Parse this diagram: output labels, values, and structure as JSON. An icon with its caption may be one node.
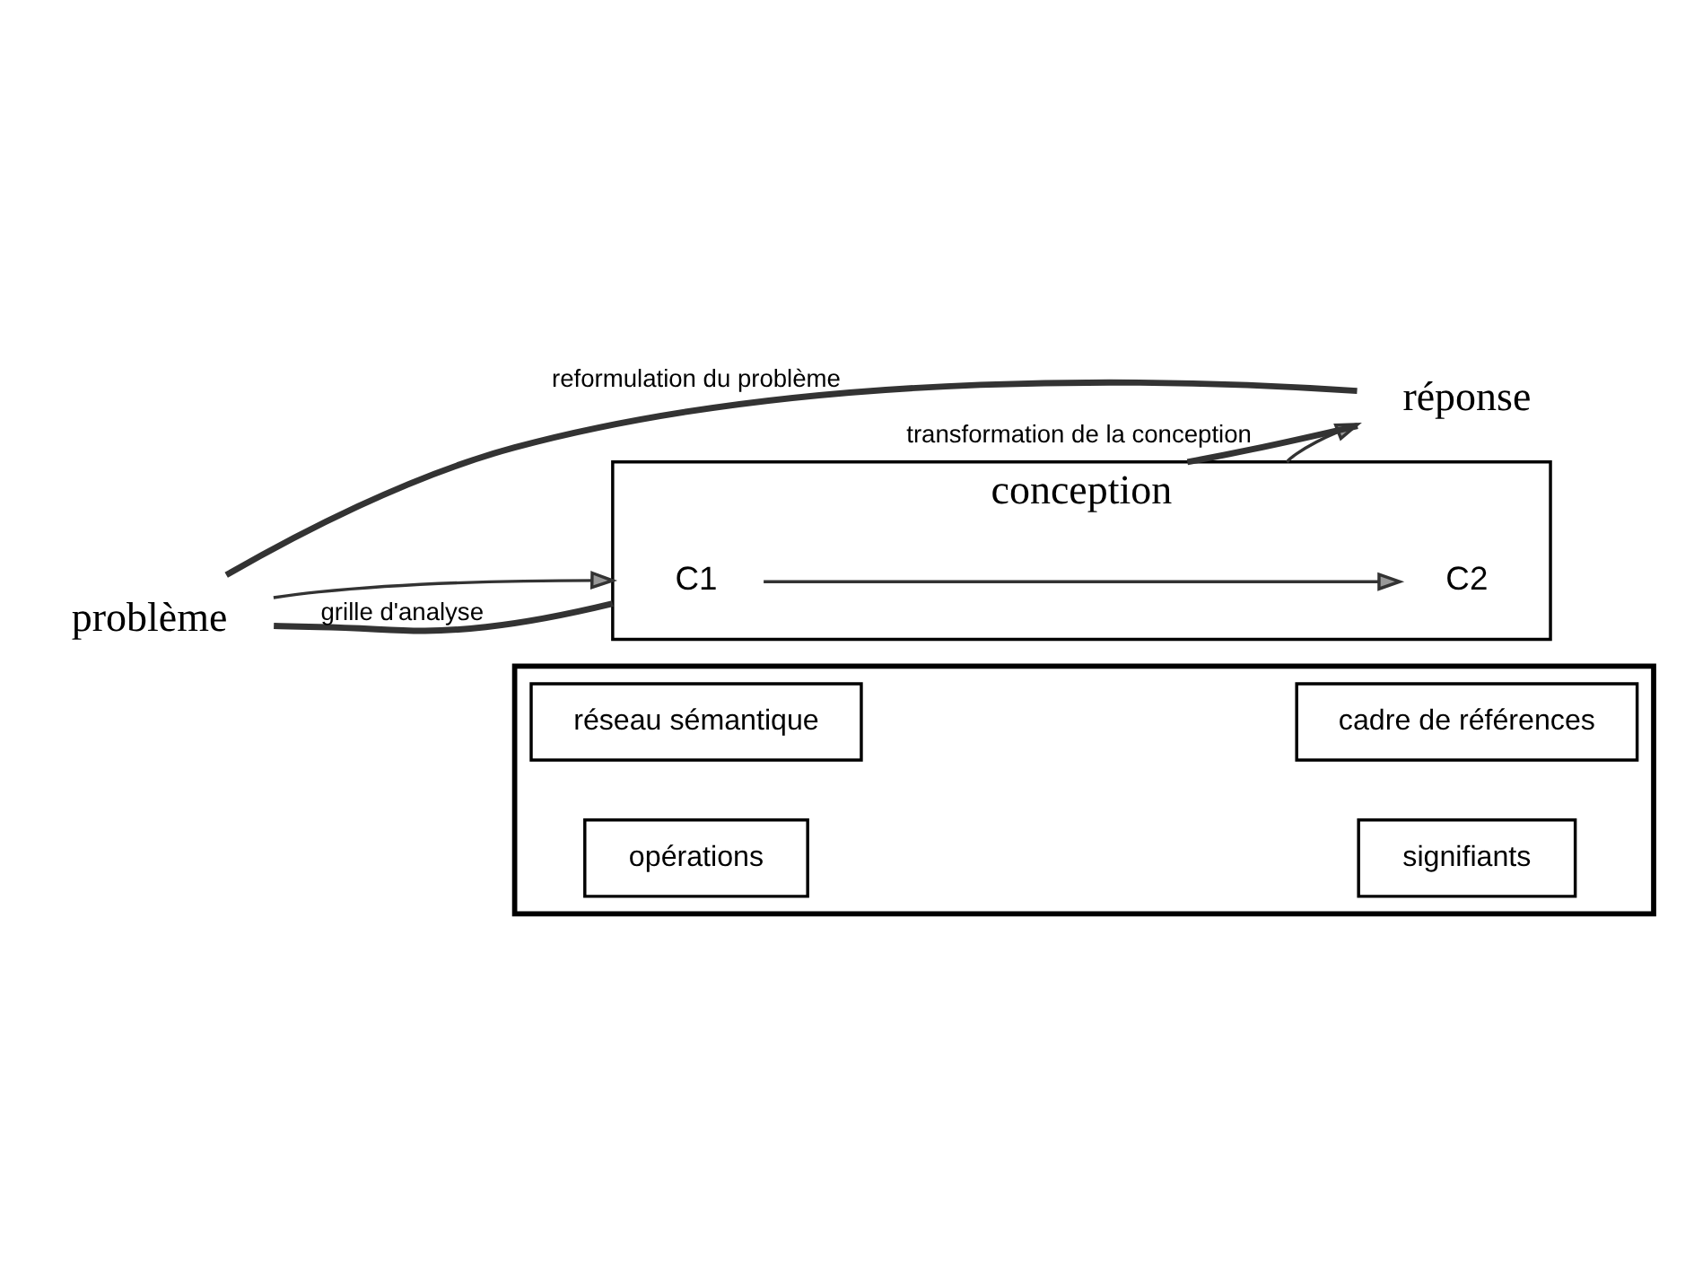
{
  "diagram": {
    "nodes": [
      {
        "text": [
          "problème"
        ]
      },
      {
        "text": [
          "conception"
        ]
      },
      {
        "text": [
          "C1"
        ],
        "in": 1
      },
      {
        "text": [
          "C2"
        ],
        "in": 1
      },
      {
        "text": [
          "réponse"
        ]
      },
      {
        "text": [],
        "shape": "box"
      },
      {
        "text": [
          "réseau sémantique"
        ],
        "in": 5
      },
      {
        "text": [
          "cadre de références"
        ],
        "in": 5
      },
      {
        "text": [
          "opérations"
        ],
        "in": 5
      },
      {
        "text": [
          "signifiants"
        ],
        "in": 5
      }
    ],
    "edges": [
      {
        "from": 0,
        "to": 1,
        "arrow": "to"
      },
      {
        "from": 2,
        "to": 3,
        "arrow": "to"
      },
      {
        "from": 1,
        "to": 4,
        "arrow": "to"
      },
      {
        "from": 0,
        "to": 1,
        "arrow": "none",
        "label": "grille d'analyse",
        "style": "thick"
      },
      {
        "from": 0,
        "to": 4,
        "arrow": "none",
        "label": "reformulation du problème",
        "style": "thick"
      },
      {
        "from": 1,
        "to": 4,
        "arrow": "none",
        "label": "transformation de la conception",
        "style": "thick"
      }
    ]
  }
}
